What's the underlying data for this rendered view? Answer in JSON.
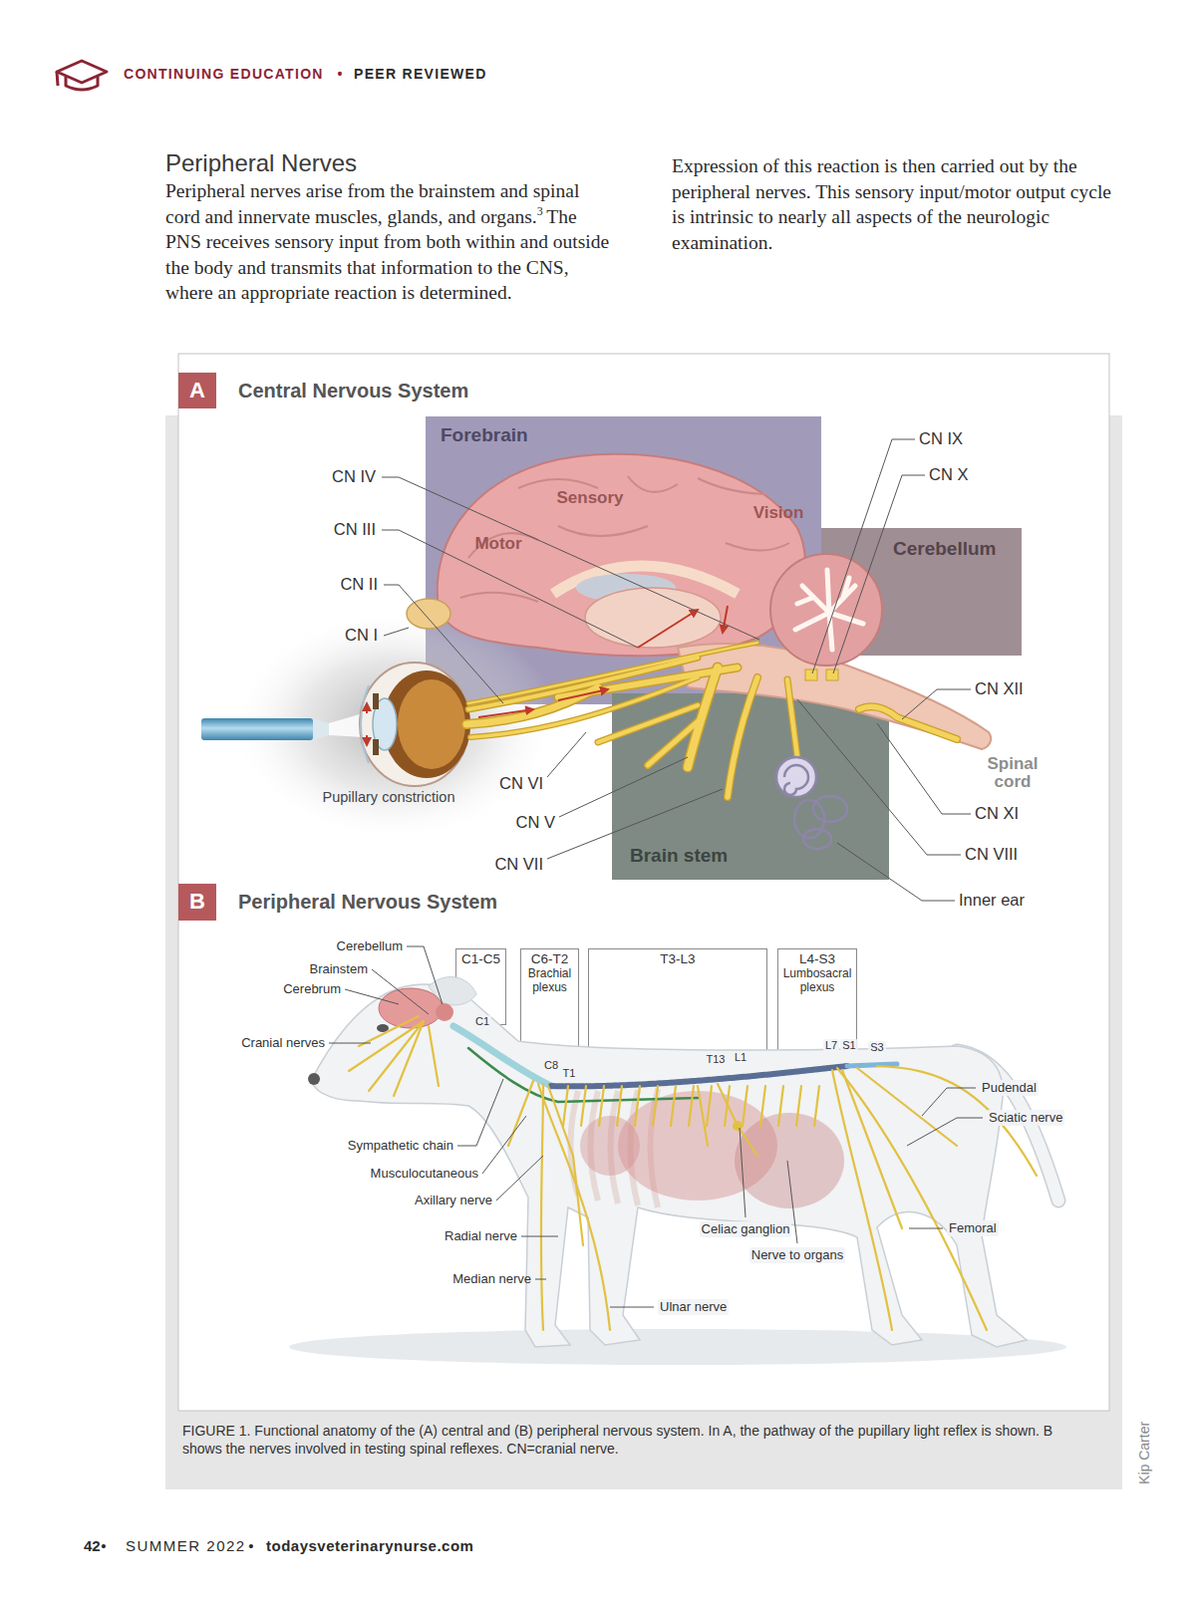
{
  "diagram": {
    "title": "Peripheral Nerves",
    "caption": "FIGURE 1. Functional anatomy of the (A) central and (B) peripheral nervous system. In A, the pathway of the pupillary light reflex is shown. B shows the nerves involved in testing spinal reflexes. CN=cranial nerve.",
    "nodes": [
      {
        "text": [
          "A"
        ]
      },
      {
        "text": [
          "Forebrain"
        ]
      },
      {
        "text": [
          "Cerebellum"
        ]
      },
      {
        "text": [
          "Brain stem"
        ]
      },
      {
        "text": [
          "B"
        ]
      },
      {
        "text": [
          "C1-C5"
        ]
      },
      {
        "text": [
          "C6-T2",
          "Brachial plexus"
        ]
      },
      {
        "text": [
          "T3-L3"
        ]
      },
      {
        "text": [
          "L4-S3",
          "Lumbosacral plexus"
        ]
      }
    ],
    "labels": [
      "CONTINUING EDUCATION",
      "•",
      "PEER REVIEWED",
      "Peripheral nerves arise from the brainstem and spinal cord and innervate muscles, glands, and organs.",
      "3",
      "The PNS receives sensory input from both within and outside the body and transmits that information to the CNS, where an appropriate reaction is determined.",
      "Expression of this reaction is then carried out by the peripheral nerves. This sensory input/motor output cycle is intrinsic to nearly all aspects of the neurologic examination.",
      "Central Nervous System",
      "CN IV",
      "CN III",
      "CN II",
      "CN I",
      "Sensory",
      "Motor",
      "Vision",
      "Pupillary constriction",
      "CN VI",
      "CN V",
      "CN VII",
      "CN IX",
      "CN X",
      "CN XII",
      "Spinal cord",
      "CN XI",
      "CN VIII",
      "Inner ear",
      "Peripheral Nervous System",
      "Cerebellum",
      "Brainstem",
      "Cerebrum",
      "Cranial nerves",
      "C1",
      "C8",
      "T1",
      "T13",
      "L1",
      "L7",
      "S1",
      "S3",
      "Pudendal",
      "Sciatic nerve",
      "Sympathetic chain",
      "Musculocutaneous",
      "Axillary nerve",
      "Radial nerve",
      "Median nerve",
      "Celiac ganglion",
      "Nerve to organs",
      "Ulnar nerve",
      "Femoral",
      "Kip Carter",
      "42",
      "•",
      "SUMMER 2022",
      "•",
      "todaysveterinarynurse.com"
    ]
  }
}
